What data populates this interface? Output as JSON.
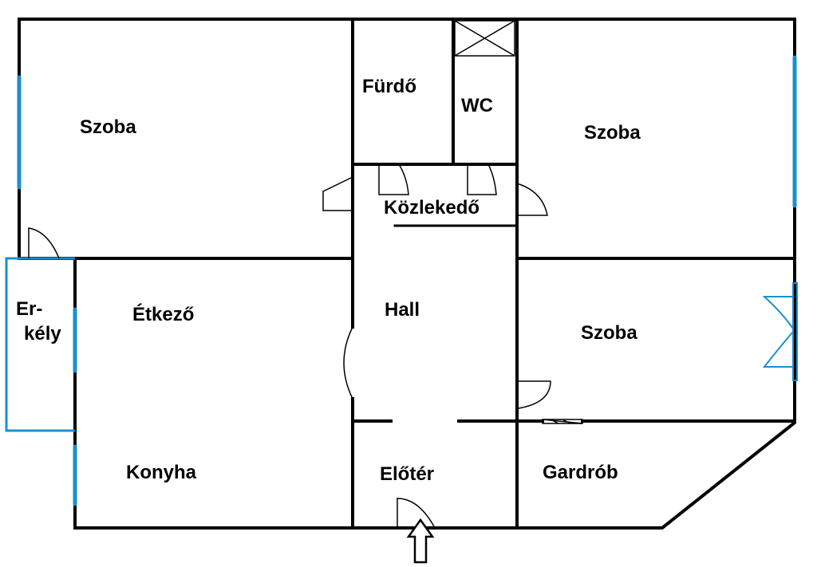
{
  "rooms": {
    "szoba_nw": "Szoba",
    "furdo": "Fürdő",
    "wc": "WC",
    "szoba_ne": "Szoba",
    "kozlekedo": "Közlekedő",
    "erkely_1": "Er-",
    "erkely_2": "kély",
    "etkezo": "Étkező",
    "hall": "Hall",
    "szoba_e": "Szoba",
    "konyha": "Konyha",
    "eloter": "Előtér",
    "gardrob": "Gardrób"
  },
  "colors": {
    "wall": "#000000",
    "window": "#1a8fd0"
  }
}
